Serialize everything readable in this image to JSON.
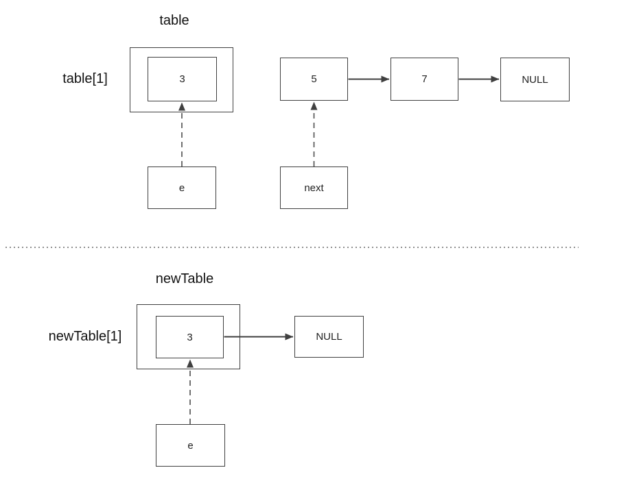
{
  "colors": {
    "background": "#ffffff",
    "box_border": "#3f3f3f",
    "arrow_line": "#404040",
    "text": "#222222",
    "divider_dots": "#8f8f8f"
  },
  "top_section": {
    "title": "table",
    "array_slot_label": "table[1]",
    "bucket_value": "3",
    "node_values": [
      "5",
      "7"
    ],
    "terminator": "NULL",
    "pointer_e": "e",
    "pointer_next": "next"
  },
  "bottom_section": {
    "title": "newTable",
    "array_slot_label": "newTable[1]",
    "bucket_value": "3",
    "terminator": "NULL",
    "pointer_e": "e"
  }
}
